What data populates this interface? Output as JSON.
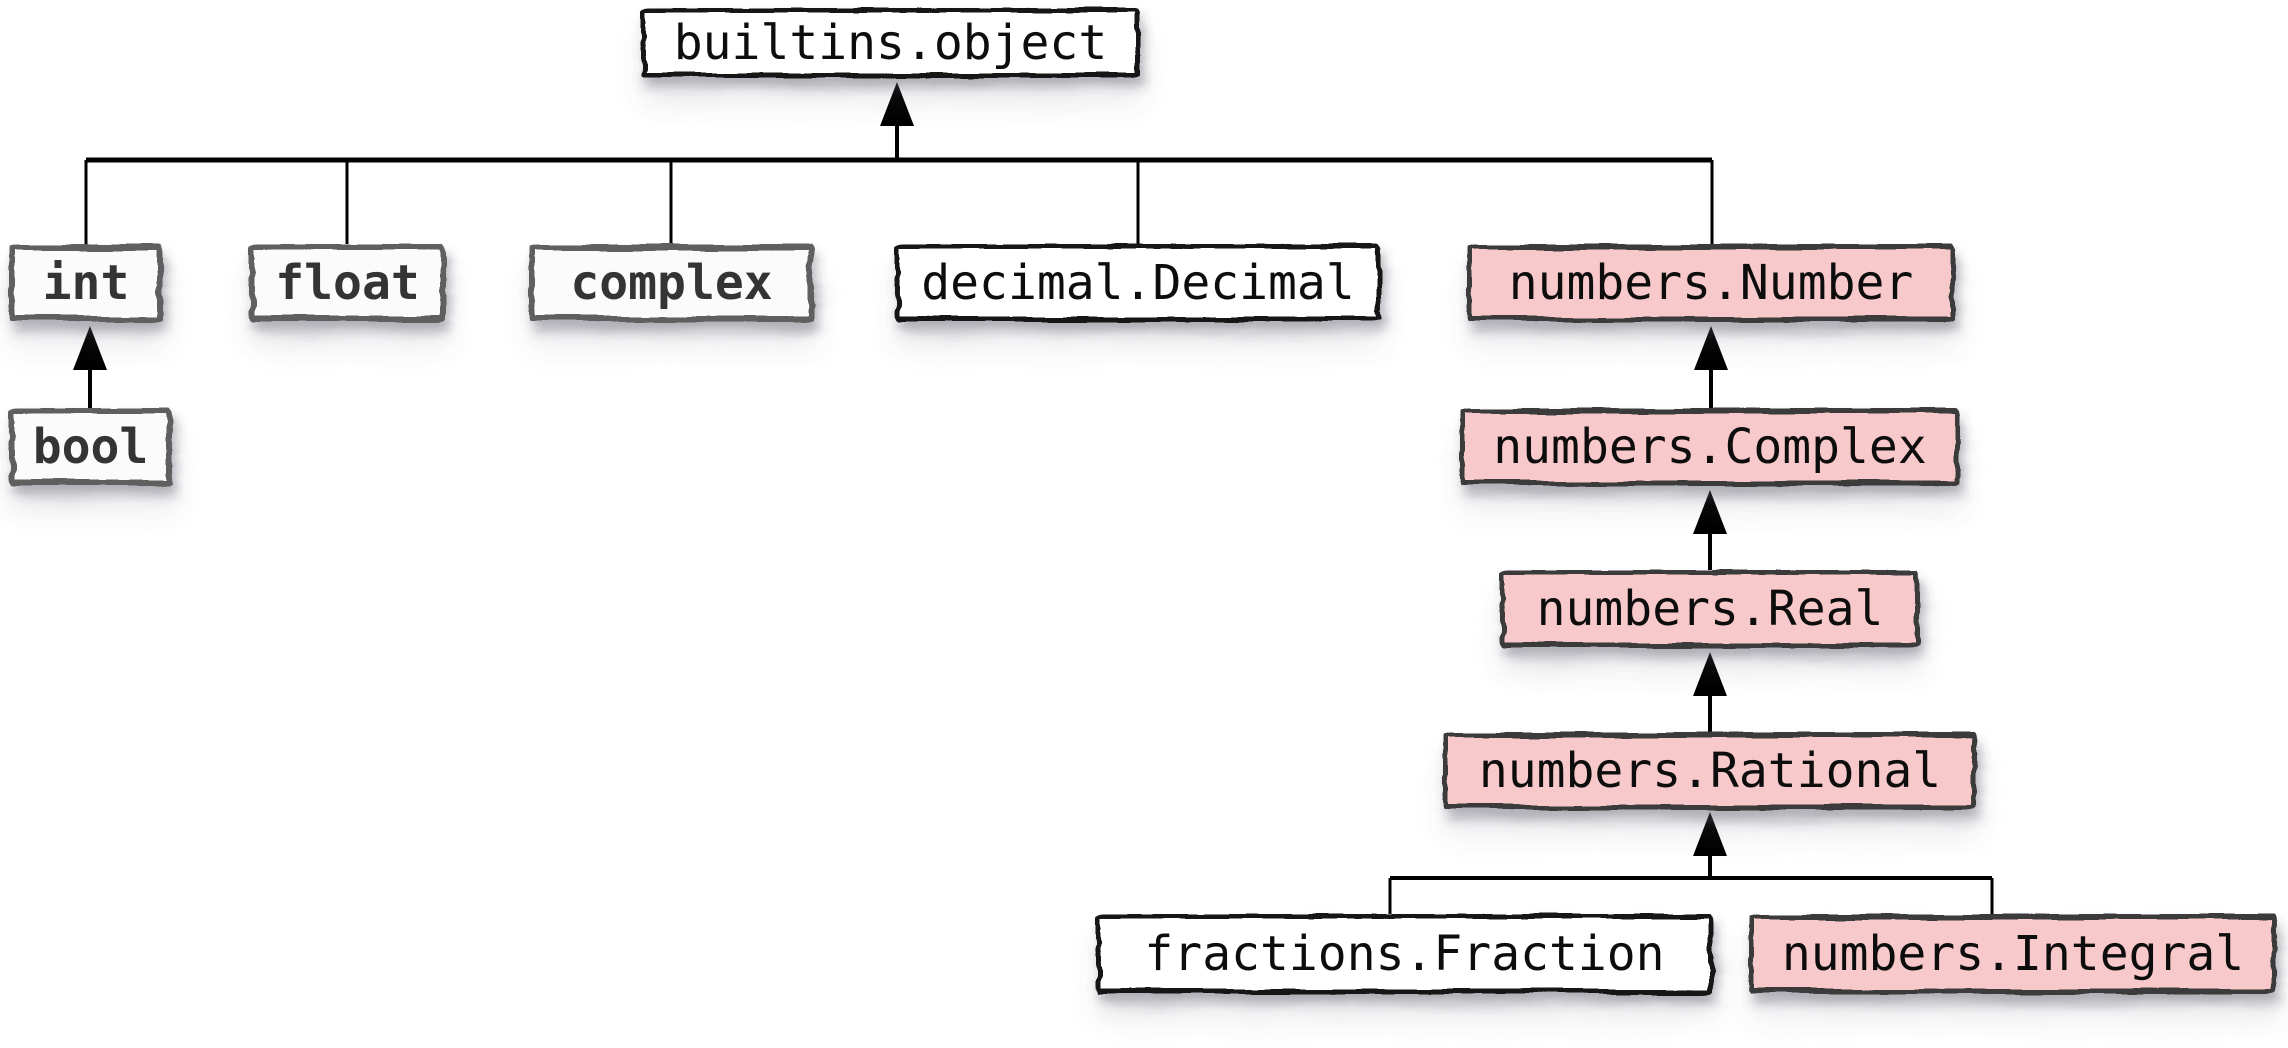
{
  "diagram": {
    "kind": "class-hierarchy",
    "nodes": [
      {
        "id": "builtins-object",
        "label": "builtins.object",
        "style": "plain"
      },
      {
        "id": "int",
        "label": "int",
        "style": "builtin"
      },
      {
        "id": "float",
        "label": "float",
        "style": "builtin"
      },
      {
        "id": "complex",
        "label": "complex",
        "style": "builtin"
      },
      {
        "id": "decimal-decimal",
        "label": "decimal.Decimal",
        "style": "plain"
      },
      {
        "id": "numbers-number",
        "label": "numbers.Number",
        "style": "highlight"
      },
      {
        "id": "bool",
        "label": "bool",
        "style": "builtin"
      },
      {
        "id": "numbers-complex",
        "label": "numbers.Complex",
        "style": "highlight"
      },
      {
        "id": "numbers-real",
        "label": "numbers.Real",
        "style": "highlight"
      },
      {
        "id": "numbers-rational",
        "label": "numbers.Rational",
        "style": "highlight"
      },
      {
        "id": "fractions-fraction",
        "label": "fractions.Fraction",
        "style": "plain"
      },
      {
        "id": "numbers-integral",
        "label": "numbers.Integral",
        "style": "highlight"
      }
    ],
    "edges": [
      {
        "child": "int",
        "parent": "builtins.object"
      },
      {
        "child": "float",
        "parent": "builtins.object"
      },
      {
        "child": "complex",
        "parent": "builtins.object"
      },
      {
        "child": "decimal.Decimal",
        "parent": "builtins.object"
      },
      {
        "child": "numbers.Number",
        "parent": "builtins.object"
      },
      {
        "child": "bool",
        "parent": "int"
      },
      {
        "child": "numbers.Complex",
        "parent": "numbers.Number"
      },
      {
        "child": "numbers.Real",
        "parent": "numbers.Complex"
      },
      {
        "child": "numbers.Rational",
        "parent": "numbers.Real"
      },
      {
        "child": "fractions.Fraction",
        "parent": "numbers.Rational"
      },
      {
        "child": "numbers.Integral",
        "parent": "numbers.Rational"
      }
    ],
    "colors": {
      "highlight-fill": "#f8c9ca",
      "highlight-border": "#3a3a3a",
      "plain-fill": "#ffffff",
      "plain-border": "#141414",
      "builtin-fill": "#fbfbfb",
      "builtin-border": "#5f5f5f",
      "builtin-text": "#343434",
      "label-text": "#0d0d0d",
      "wire": "#000000",
      "background": "#ffffff"
    }
  }
}
